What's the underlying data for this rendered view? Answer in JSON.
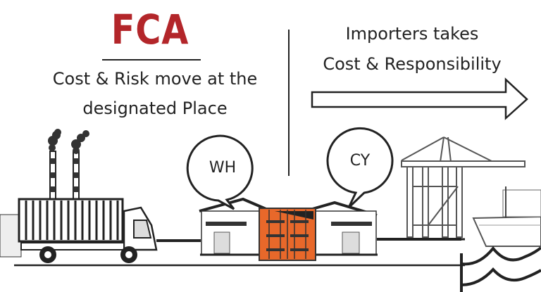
{
  "title": "FCA",
  "left_text": {
    "line1": "Cost & Risk move at the",
    "line2": "designated Place"
  },
  "right_text": {
    "line1": "Importers takes",
    "line2": "Cost & Responsibility"
  },
  "bubbles": {
    "warehouse": "WH",
    "container_yard": "CY"
  },
  "colors": {
    "title": "#b3262a",
    "container": "#e8682a",
    "ink": "#222222"
  }
}
